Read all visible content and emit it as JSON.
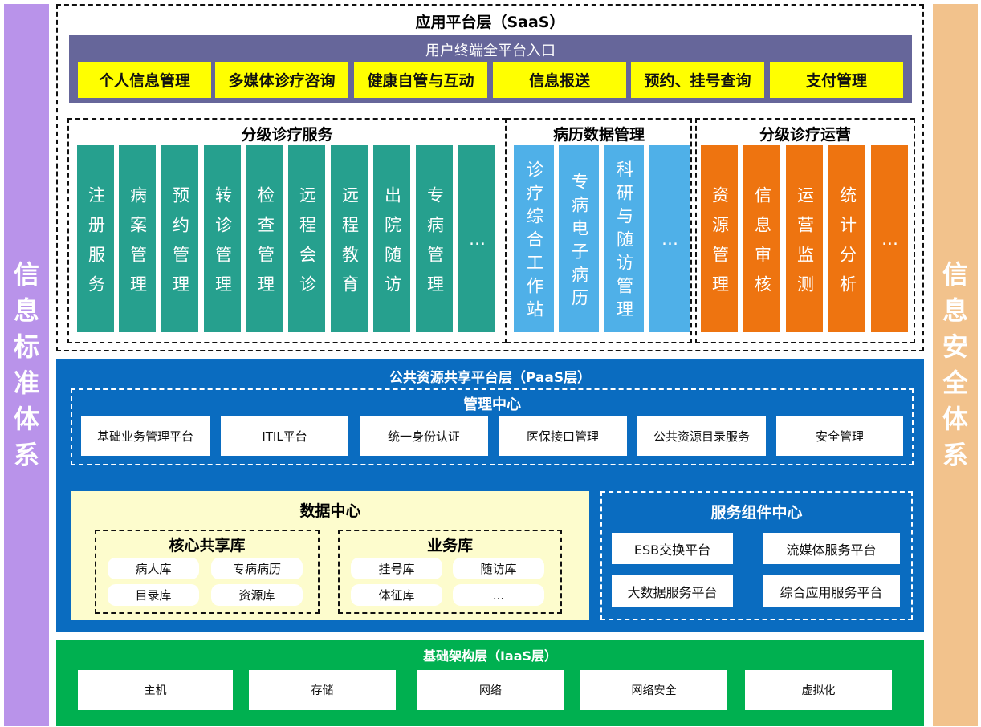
{
  "left_bar": {
    "label": "信息标准体系",
    "color": "#b993ea"
  },
  "right_bar": {
    "label": "信息安全体系",
    "color": "#f2c28c"
  },
  "saas": {
    "title": "应用平台层（SaaS）",
    "portal": {
      "title": "用户终端全平台入口",
      "items": [
        "个人信息管理",
        "多媒体诊疗咨询",
        "健康自管与互动",
        "信息报送",
        "预约、挂号查询",
        "支付管理"
      ]
    },
    "groups": [
      {
        "title": "分级诊疗服务",
        "color": "#26a08e",
        "items": [
          "注册服务",
          "病案管理",
          "预约管理",
          "转诊管理",
          "检查管理",
          "远程会诊",
          "远程教育",
          "出院随访",
          "专病管理",
          "…"
        ]
      },
      {
        "title": "病历数据管理",
        "color": "#4fb0e8",
        "items": [
          "诊疗综合工作站",
          "专病电子病历",
          "科研与随访管理",
          "…"
        ]
      },
      {
        "title": "分级诊疗运营",
        "color": "#ee7410",
        "items": [
          "资源管理",
          "信息审核",
          "运营监测",
          "统计分析",
          "…"
        ]
      }
    ]
  },
  "paas": {
    "title": "公共资源共享平台层（PaaS层）",
    "color": "#0a6cc0",
    "mgmt": {
      "title": "管理中心",
      "items": [
        "基础业务管理平台",
        "ITIL平台",
        "统一身份认证",
        "医保接口管理",
        "公共资源目录服务",
        "安全管理"
      ]
    },
    "data_center": {
      "title": "数据中心",
      "core": {
        "title": "核心共享库",
        "items": [
          "病人库",
          "专病病历",
          "目录库",
          "资源库"
        ]
      },
      "biz": {
        "title": "业务库",
        "items": [
          "挂号库",
          "随访库",
          "体征库",
          "..."
        ]
      }
    },
    "service": {
      "title": "服务组件中心",
      "items": [
        "ESB交换平台",
        "流媒体服务平台",
        "大数据服务平台",
        "综合应用服务平台"
      ]
    }
  },
  "iaas": {
    "title": "基础架构层（IaaS层）",
    "color": "#00b050",
    "items": [
      "主机",
      "存储",
      "网络",
      "网络安全",
      "虚拟化"
    ]
  }
}
